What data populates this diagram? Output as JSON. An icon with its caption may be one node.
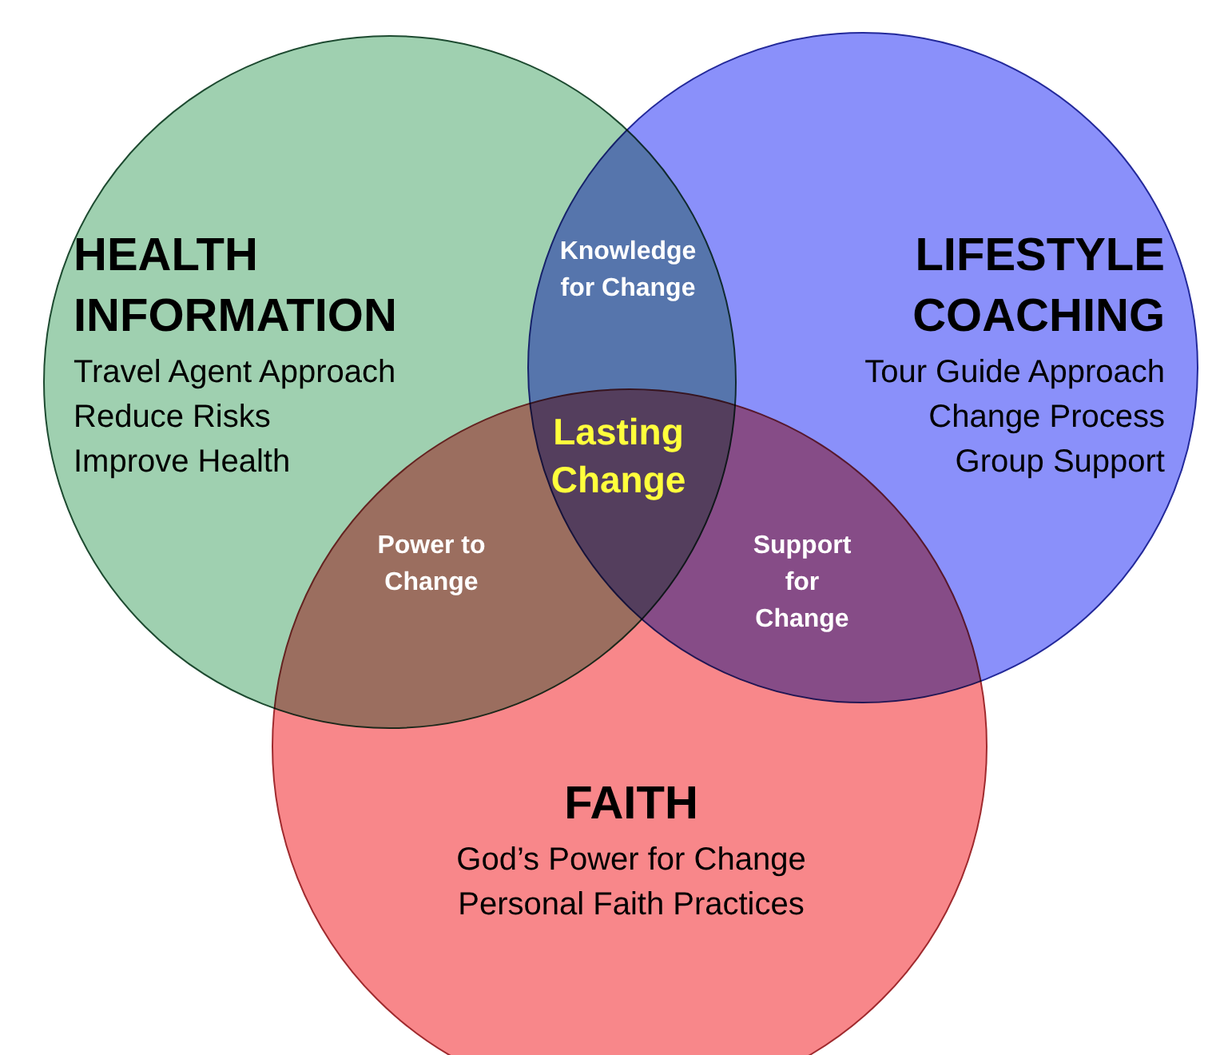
{
  "diagram": {
    "nodes": [
      {
        "text": [
          "HEALTH INFORMATION",
          "Travel Agent Approach",
          "Reduce Risks",
          "Improve Health"
        ]
      },
      {
        "text": [
          "LIFESTYLE COACHING",
          "Tour Guide Approach",
          "Change Process",
          "Group Support"
        ]
      },
      {
        "text": [
          "FAITH",
          "God’s Power for Change",
          "Personal Faith Practices"
        ]
      }
    ],
    "edges": [],
    "labels": [
      "Knowledge for Change",
      "Lasting Change",
      "Power to Change",
      "Support for Change"
    ]
  }
}
